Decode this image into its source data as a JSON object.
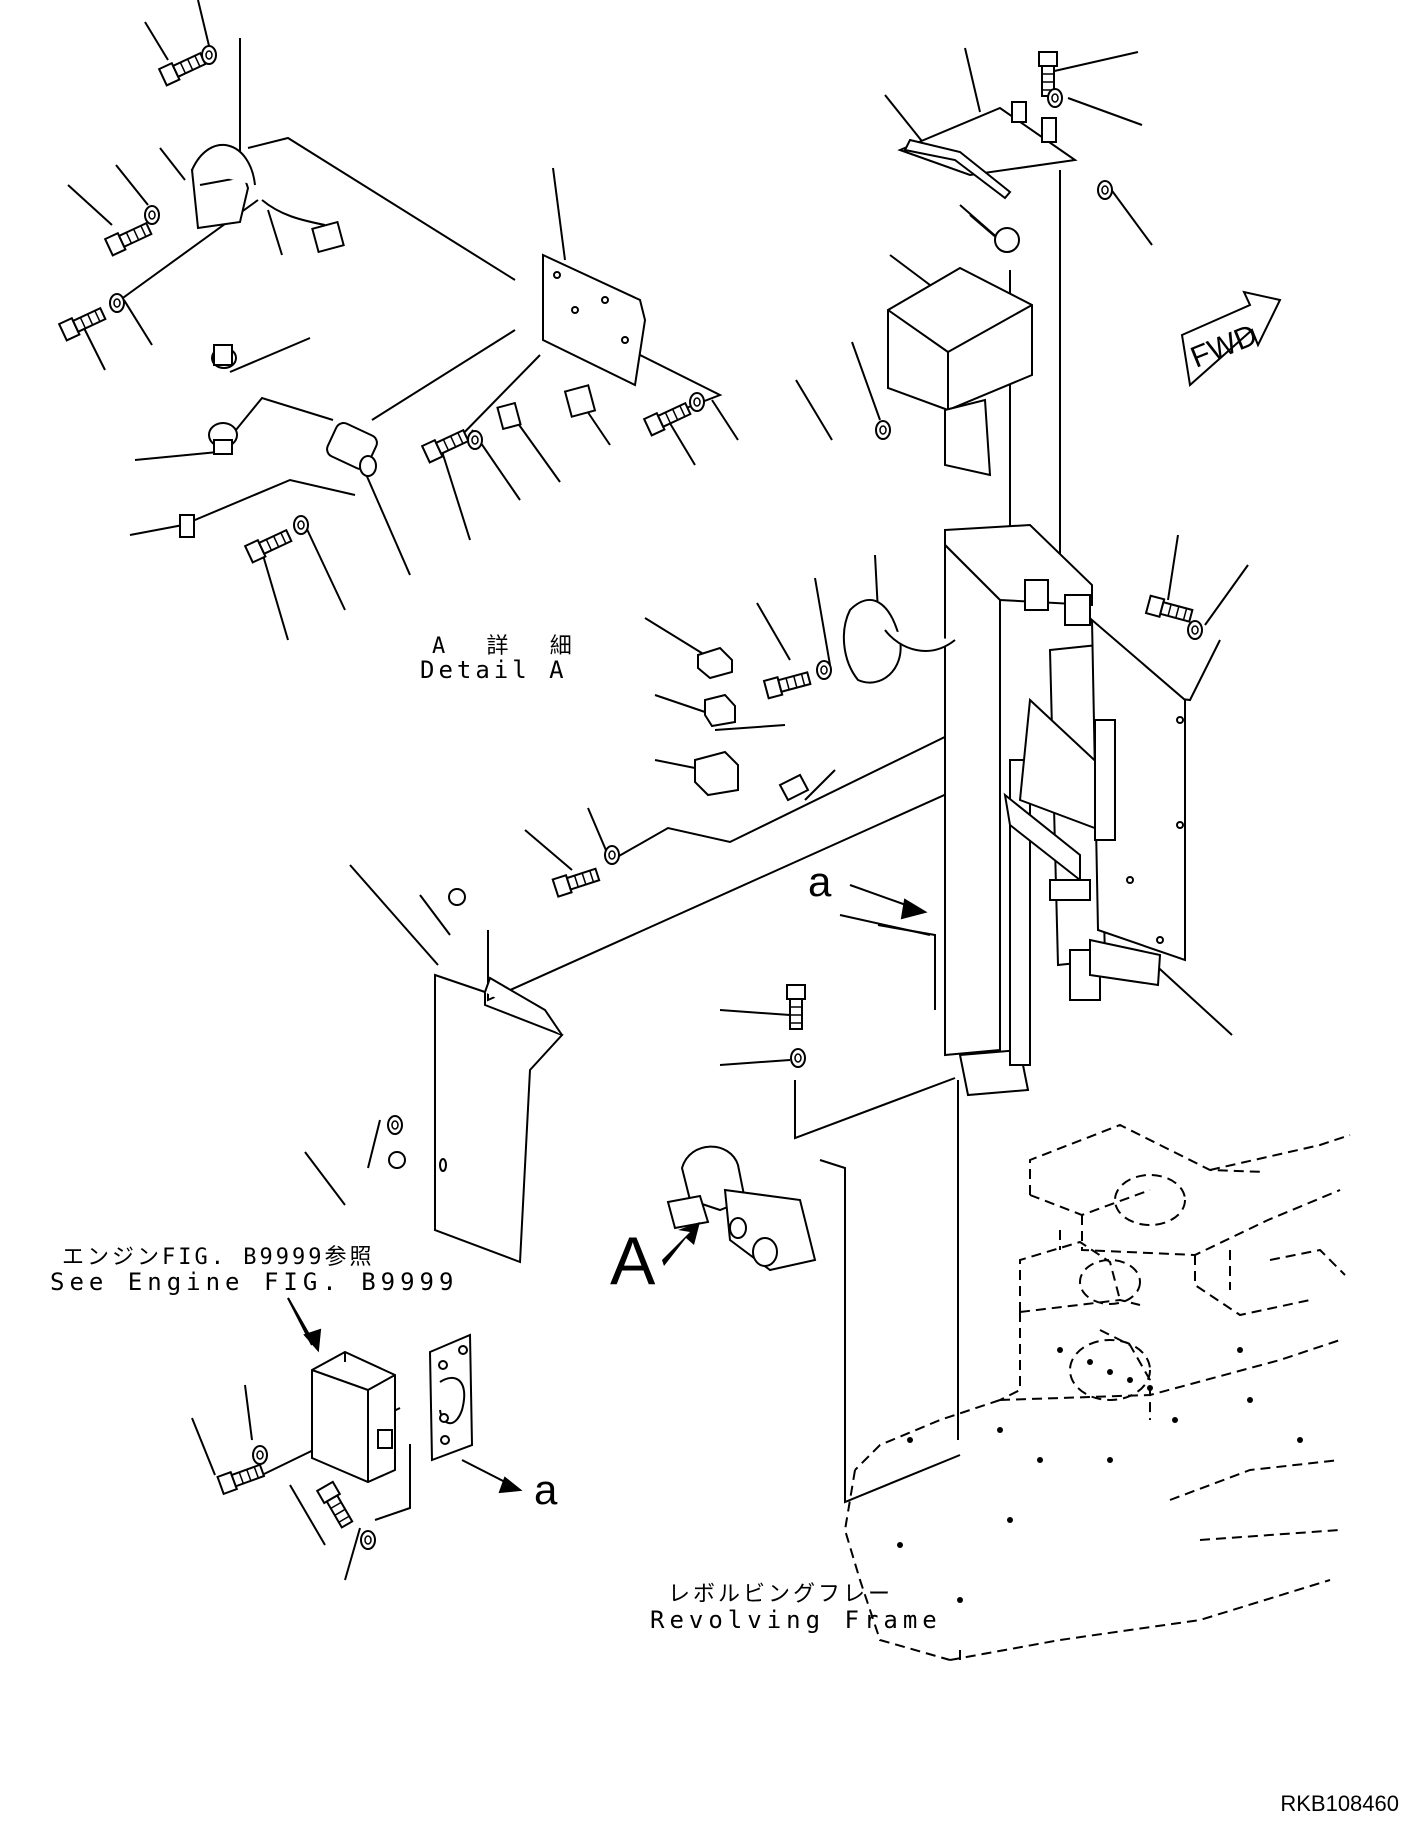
{
  "labels": {
    "detail_jp": "A 詳 細",
    "detail_en": "Detail A",
    "engine_jp": "エンジンFIG. B9999参照",
    "engine_en": "See Engine FIG. B9999",
    "frame_jp": "レボルビングフレー",
    "frame_en": "Revolving Frame",
    "view_a": "A",
    "ref_a1": "a",
    "ref_a2": "a",
    "fwd": "FWD",
    "drawing_code": "RKB108460"
  },
  "colors": {
    "line": "#000000",
    "background": "#ffffff"
  }
}
